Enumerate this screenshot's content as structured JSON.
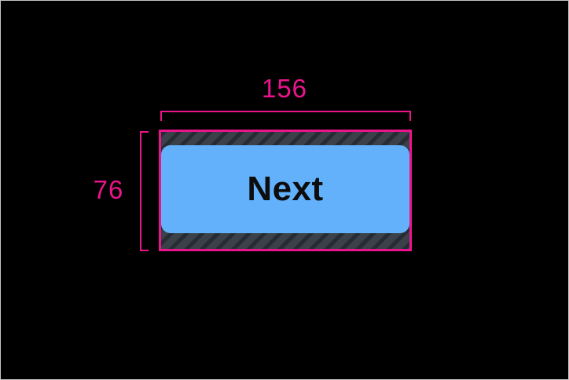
{
  "window": {
    "background_color": "#000000",
    "frame_border_color": "#c6c6c6"
  },
  "measurements": {
    "accent_color": "#ec148c",
    "width": {
      "label": "156"
    },
    "height": {
      "label": "76"
    }
  },
  "touch_target": {
    "hatch_base_color": "#3a414a",
    "hatch_stripe_color": "#272c33"
  },
  "button": {
    "label": "Next",
    "fill_color": "#63b1fa",
    "text_color": "#0d0d0d"
  }
}
